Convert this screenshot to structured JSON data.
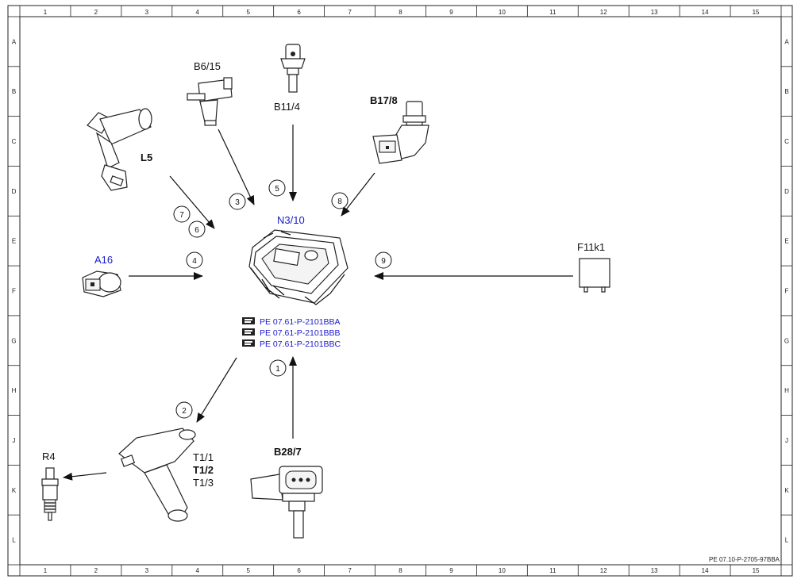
{
  "grid": {
    "columns": [
      "1",
      "2",
      "3",
      "4",
      "5",
      "6",
      "7",
      "8",
      "9",
      "10",
      "11",
      "12",
      "13",
      "14",
      "15"
    ],
    "rows": [
      "A",
      "B",
      "C",
      "D",
      "E",
      "F",
      "G",
      "H",
      "J",
      "K",
      "L"
    ]
  },
  "components": {
    "b6_15": "B6/15",
    "b11_4": "B11/4",
    "b17_8": "B17/8",
    "l5": "L5",
    "n3_10": "N3/10",
    "a16": "A16",
    "f11k1": "F11k1",
    "r4": "R4",
    "t1_1": "T1/1",
    "t1_2": "T1/2",
    "t1_3": "T1/3",
    "b28_7": "B28/7"
  },
  "references": [
    "PE 07.61-P-2101BBA",
    "PE 07.61-P-2101BBB",
    "PE 07.61-P-2101BBC"
  ],
  "callouts": [
    "1",
    "2",
    "3",
    "4",
    "5",
    "6",
    "7",
    "8",
    "9"
  ],
  "footer": "PE 07.10-P-2705-97BBA",
  "colors": {
    "blue": "#1a1acc",
    "line": "#111111"
  },
  "icons": [
    "hand-pointer-icon"
  ]
}
